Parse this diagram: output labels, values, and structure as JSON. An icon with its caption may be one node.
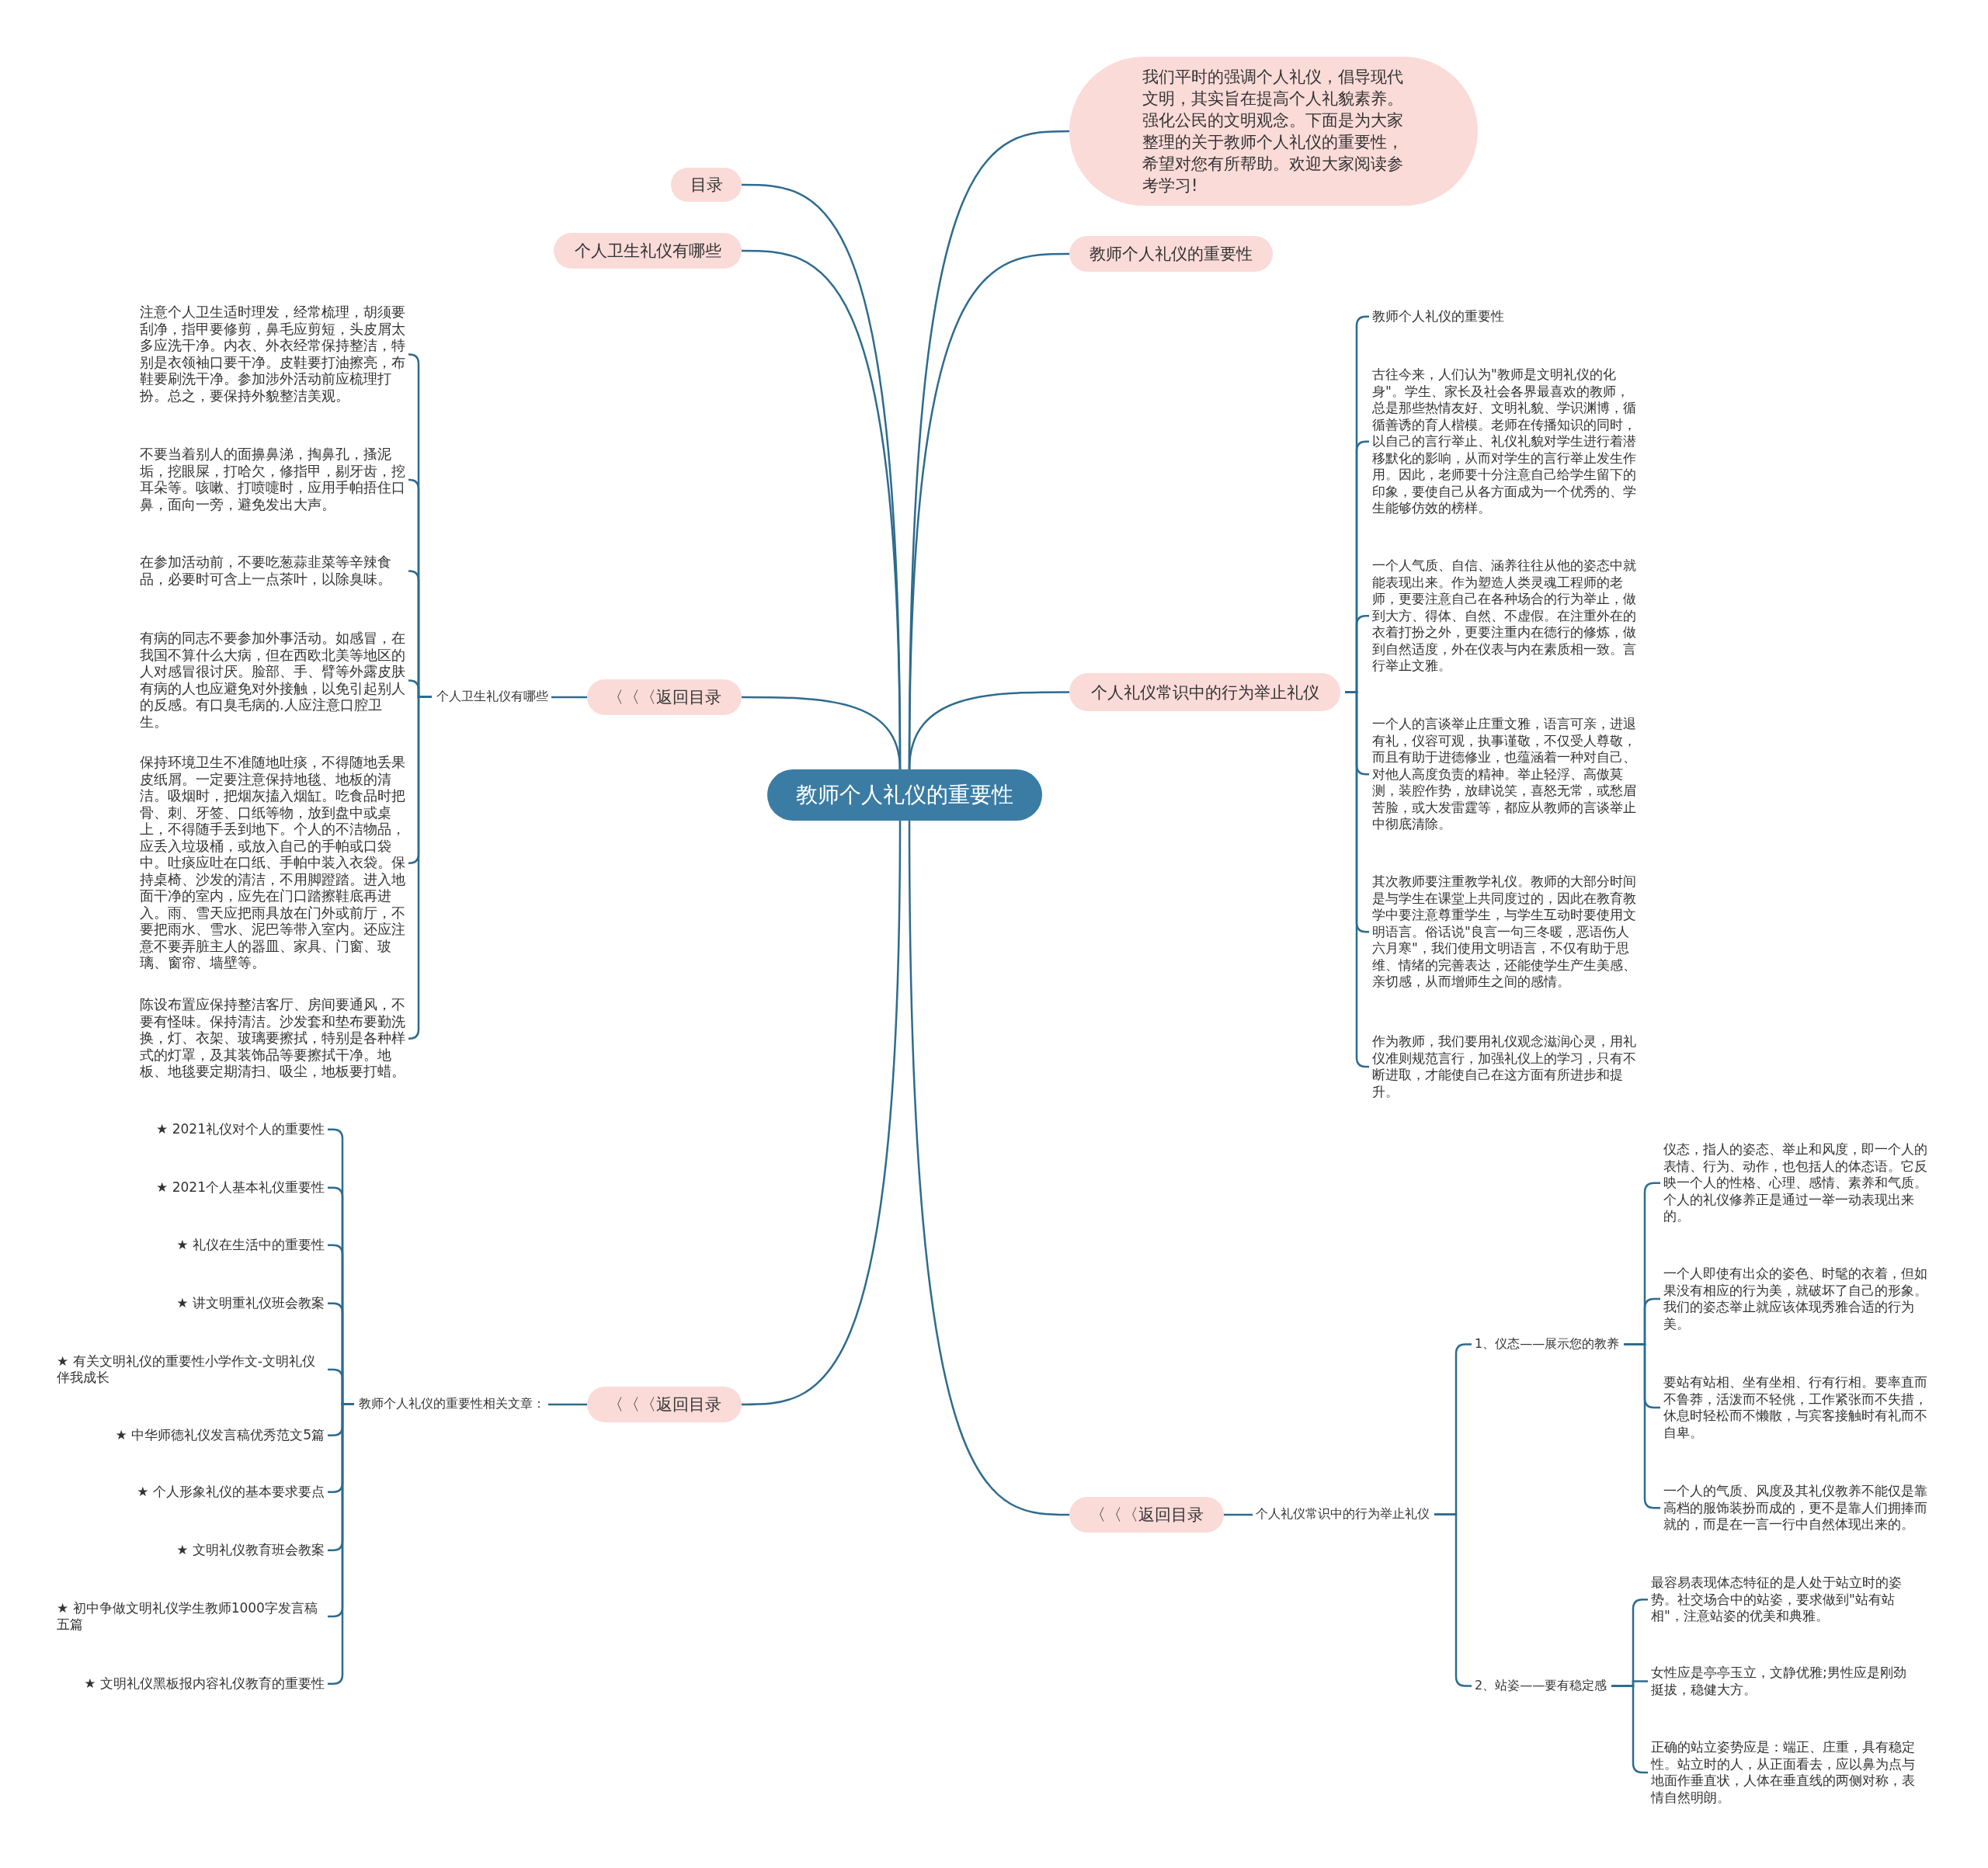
{
  "diagram": {
    "nodes": [
      {
        "text": [
          "教师个人礼仪的重要性"
        ]
      },
      {
        "text": [
          "目录"
        ]
      },
      {
        "text": [
          "个人卫生礼仪有哪些"
        ]
      },
      {
        "text": [
          "我们平时的强调个人礼仪，倡导现代文明，其实旨在提高个人礼貌素养。强化公民的文明观念。下面是为大家整理的关于教师个人礼仪的重要性，希望对您有所帮助。欢迎大家阅读参考学习!"
        ]
      },
      {
        "text": [
          "教师个人礼仪的重要性"
        ]
      },
      {
        "text": [
          "个人礼仪常识中的行为举止礼仪"
        ]
      },
      {
        "text": [
          "〈〈〈返回目录"
        ]
      },
      {
        "text": [
          "个人卫生礼仪有哪些"
        ]
      },
      {
        "text": [
          "注意个人卫生适时理发，经常梳理，胡须要刮净，指甲要修剪，鼻毛应剪短，头皮屑太多应洗干净。内衣、外衣经常保持整洁，特别是衣领袖口要干净。皮鞋要打油擦亮，布鞋要刷洗干净。参加涉外活动前应梳理打扮。总之，要保持外貌整洁美观。"
        ]
      },
      {
        "text": [
          "不要当着别人的面擤鼻涕，掏鼻孔，搔泥垢，挖眼屎，打哈欠，修指甲，剔牙齿，挖耳朵等。咳嗽、打喷嚏时，应用手帕捂住口鼻，面向一旁，避免发出大声。"
        ]
      },
      {
        "text": [
          "在参加活动前，不要吃葱蒜韭菜等辛辣食品，必要时可含上一点茶叶，以除臭味。"
        ]
      },
      {
        "text": [
          "有病的同志不要参加外事活动。如感冒，在我国不算什么大病，但在西欧北美等地区的人对感冒很讨厌。脸部、手、臂等外露皮肤有病的人也应避免对外接触，以免引起别人的反感。有口臭毛病的.人应注意口腔卫生。"
        ]
      },
      {
        "text": [
          "保持环境卫生不准随地吐痰，不得随地丢果皮纸屑。一定要注意保持地毯、地板的清洁。吸烟时，把烟灰搕入烟缸。吃食品时把骨、刺、牙签、口纸等物，放到盘中或桌上，不得随手丢到地下。个人的不洁物品，应丢入垃圾桶，或放入自己的手帕或口袋中。吐痰应吐在口纸、手帕中装入衣袋。保持桌椅、沙发的清洁，不用脚蹬踏。进入地面干净的室内，应先在门口踏擦鞋底再进入。雨、雪天应把雨具放在门外或前厅，不要把雨水、雪水、泥巴等带入室内。还应注意不要弄脏主人的器皿、家具、门窗、玻璃、窗帘、墙壁等。"
        ]
      },
      {
        "text": [
          "陈设布置应保持整洁客厅、房间要通风，不要有怪味。保持清洁。沙发套和垫布要勤洗换，灯、衣架、玻璃要擦拭，特别是各种样式的灯罩，及其装饰品等要擦拭干净。地板、地毯要定期清扫、吸尘，地板要打蜡。"
        ]
      },
      {
        "text": [
          "教师个人礼仪的重要性"
        ]
      },
      {
        "text": [
          "古往今来，人们认为\"教师是文明礼仪的化身\"。学生、家长及社会各界最喜欢的教师，总是那些热情友好、文明礼貌、学识渊博，循循善诱的育人楷模。老师在传播知识的同时，以自己的言行举止、礼仪礼貌对学生进行着潜移默化的影响，从而对学生的言行举止发生作用。因此，老师要十分注意自己给学生留下的印象，要使自己从各方面成为一个优秀的、学生能够仿效的榜样。"
        ]
      },
      {
        "text": [
          "一个人气质、自信、涵养往往从他的姿态中就能表现出来。作为塑造人类灵魂工程师的老师，更要注意自己在各种场合的行为举止，做到大方、得体、自然、不虚假。在注重外在的衣着打扮之外，更要注重内在德行的修炼，做到自然适度，外在仪表与内在素质相一致。言行举止文雅。"
        ]
      },
      {
        "text": [
          "一个人的言谈举止庄重文雅，语言可亲，进退有礼，仪容可观，执事谨敬，不仅受人尊敬，而且有助于进德修业，也蕴涵着一种对自己、对他人高度负责的精神。举止轻浮、高傲莫测，装腔作势，放肆说笑，喜怒无常，或愁眉苦脸，或大发雷霆等，都应从教师的言谈举止中彻底清除。"
        ]
      },
      {
        "text": [
          "其次教师要注重教学礼仪。教师的大部分时间是与学生在课堂上共同度过的，因此在教育教学中要注意尊重学生，与学生互动时要使用文明语言。俗话说\"良言一句三冬暖，恶语伤人六月寒\"，我们使用文明语言，不仅有助于思维、情绪的完善表达，还能使学生产生美感、亲切感，从而增师生之间的感情。"
        ]
      },
      {
        "text": [
          "作为教师，我们要用礼仪观念滋润心灵，用礼仪准则规范言行，加强礼仪上的学习，只有不断进取，才能使自己在这方面有所进步和提升。"
        ]
      },
      {
        "text": [
          "〈〈〈返回目录"
        ]
      },
      {
        "text": [
          "教师个人礼仪的重要性相关文章："
        ]
      },
      {
        "text": [
          "★ 2021礼仪对个人的重要性"
        ]
      },
      {
        "text": [
          "★ 2021个人基本礼仪重要性"
        ]
      },
      {
        "text": [
          "★ 礼仪在生活中的重要性"
        ]
      },
      {
        "text": [
          "★ 讲文明重礼仪班会教案"
        ]
      },
      {
        "text": [
          "★ 有关文明礼仪的重要性小学作文-文明礼仪伴我成长"
        ]
      },
      {
        "text": [
          "★ 中华师德礼仪发言稿优秀范文5篇"
        ]
      },
      {
        "text": [
          "★ 个人形象礼仪的基本要求要点"
        ]
      },
      {
        "text": [
          "★ 文明礼仪教育班会教案"
        ]
      },
      {
        "text": [
          "★ 初中争做文明礼仪学生教师1000字发言稿五篇"
        ]
      },
      {
        "text": [
          "★ 文明礼仪黑板报内容礼仪教育的重要性"
        ]
      },
      {
        "text": [
          "〈〈〈返回目录"
        ]
      },
      {
        "text": [
          "个人礼仪常识中的行为举止礼仪"
        ]
      },
      {
        "text": [
          "1、仪态——展示您的教养"
        ]
      },
      {
        "text": [
          "仪态，指人的姿态、举止和风度，即一个人的表情、行为、动作，也包括人的体态语。它反映一个人的性格、心理、感情、素养和气质。个人的礼仪修养正是通过一举一动表现出来的。"
        ]
      },
      {
        "text": [
          "一个人即使有出众的姿色、时髦的衣着，但如果没有相应的行为美，就破坏了自己的形象。我们的姿态举止就应该体现秀雅合适的行为美。"
        ]
      },
      {
        "text": [
          "要站有站相、坐有坐相、行有行相。要率直而不鲁莽，活泼而不轻佻，工作紧张而不失措，休息时轻松而不懒散，与宾客接触时有礼而不自卑。"
        ]
      },
      {
        "text": [
          "一个人的气质、风度及其礼仪教养不能仅是靠高档的服饰装扮而成的，更不是靠人们拥捧而就的，而是在一言一行中自然体现出来的。"
        ]
      },
      {
        "text": [
          "2、站姿——要有稳定感"
        ]
      },
      {
        "text": [
          "最容易表现体态特征的是人处于站立时的姿势。社交场合中的站姿，要求做到\"站有站相\"，注意站姿的优美和典雅。"
        ]
      },
      {
        "text": [
          "女性应是亭亭玉立，文静优雅;男性应是刚劲挺拔，稳健大方。"
        ]
      },
      {
        "text": [
          "正确的站立姿势应是：端正、庄重，具有稳定性。站立时的人，从正面看去，应以鼻为点与地面作垂直状，人体在垂直线的两侧对称，表情自然明朗。"
        ]
      }
    ],
    "edges": [
      {
        "from": 0,
        "to": 1,
        "arrow": "none"
      },
      {
        "from": 0,
        "to": 2,
        "arrow": "none"
      },
      {
        "from": 0,
        "to": 3,
        "arrow": "none"
      },
      {
        "from": 0,
        "to": 4,
        "arrow": "none"
      },
      {
        "from": 0,
        "to": 5,
        "arrow": "none"
      },
      {
        "from": 0,
        "to": 6,
        "arrow": "none"
      },
      {
        "from": 0,
        "to": 20,
        "arrow": "none"
      },
      {
        "from": 0,
        "to": 32,
        "arrow": "none"
      },
      {
        "from": 6,
        "to": 7,
        "arrow": "none"
      },
      {
        "from": 7,
        "to": 8,
        "arrow": "none"
      },
      {
        "from": 7,
        "to": 9,
        "arrow": "none"
      },
      {
        "from": 7,
        "to": 10,
        "arrow": "none"
      },
      {
        "from": 7,
        "to": 11,
        "arrow": "none"
      },
      {
        "from": 7,
        "to": 12,
        "arrow": "none"
      },
      {
        "from": 7,
        "to": 13,
        "arrow": "none"
      },
      {
        "from": 5,
        "to": 14,
        "arrow": "none"
      },
      {
        "from": 5,
        "to": 15,
        "arrow": "none"
      },
      {
        "from": 5,
        "to": 16,
        "arrow": "none"
      },
      {
        "from": 5,
        "to": 17,
        "arrow": "none"
      },
      {
        "from": 5,
        "to": 18,
        "arrow": "none"
      },
      {
        "from": 5,
        "to": 19,
        "arrow": "none"
      },
      {
        "from": 20,
        "to": 21,
        "arrow": "none"
      },
      {
        "from": 21,
        "to": 22,
        "arrow": "none"
      },
      {
        "from": 21,
        "to": 23,
        "arrow": "none"
      },
      {
        "from": 21,
        "to": 24,
        "arrow": "none"
      },
      {
        "from": 21,
        "to": 25,
        "arrow": "none"
      },
      {
        "from": 21,
        "to": 26,
        "arrow": "none"
      },
      {
        "from": 21,
        "to": 27,
        "arrow": "none"
      },
      {
        "from": 21,
        "to": 28,
        "arrow": "none"
      },
      {
        "from": 21,
        "to": 29,
        "arrow": "none"
      },
      {
        "from": 21,
        "to": 30,
        "arrow": "none"
      },
      {
        "from": 21,
        "to": 31,
        "arrow": "none"
      },
      {
        "from": 32,
        "to": 33,
        "arrow": "none"
      },
      {
        "from": 33,
        "to": 34,
        "arrow": "none"
      },
      {
        "from": 33,
        "to": 39,
        "arrow": "none"
      },
      {
        "from": 34,
        "to": 35,
        "arrow": "none"
      },
      {
        "from": 34,
        "to": 36,
        "arrow": "none"
      },
      {
        "from": 34,
        "to": 37,
        "arrow": "none"
      },
      {
        "from": 34,
        "to": 38,
        "arrow": "none"
      },
      {
        "from": 39,
        "to": 40,
        "arrow": "none"
      },
      {
        "from": 39,
        "to": 41,
        "arrow": "none"
      },
      {
        "from": 39,
        "to": 42,
        "arrow": "none"
      }
    ]
  }
}
